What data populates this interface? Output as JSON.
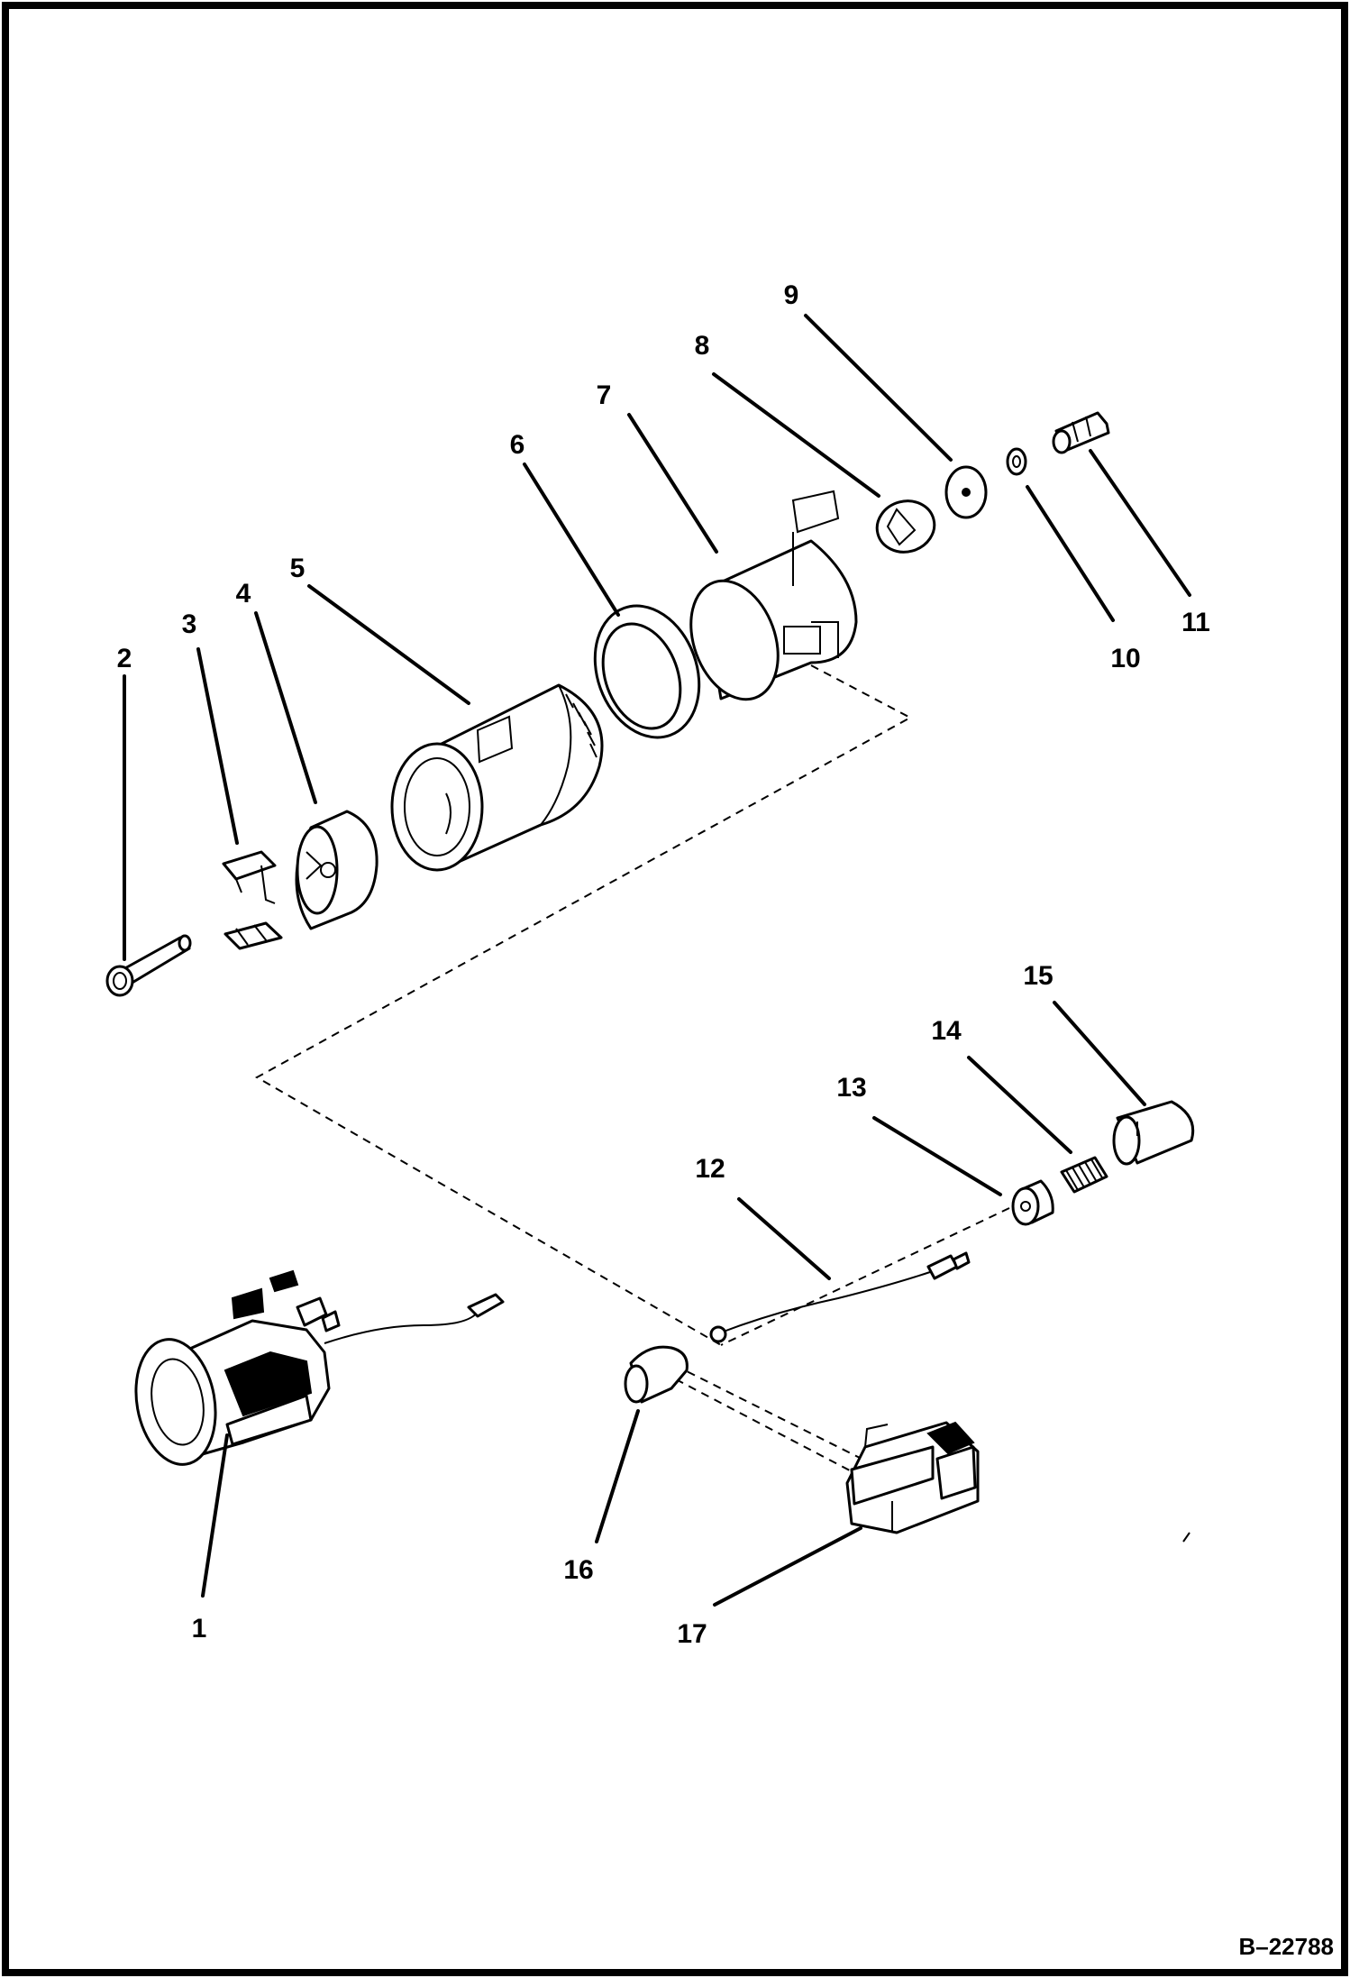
{
  "diagram": {
    "document_number": "B–22788",
    "callouts": [
      "1",
      "2",
      "3",
      "4",
      "5",
      "6",
      "7",
      "8",
      "9",
      "10",
      "11",
      "12",
      "13",
      "14",
      "15",
      "16",
      "17"
    ]
  }
}
